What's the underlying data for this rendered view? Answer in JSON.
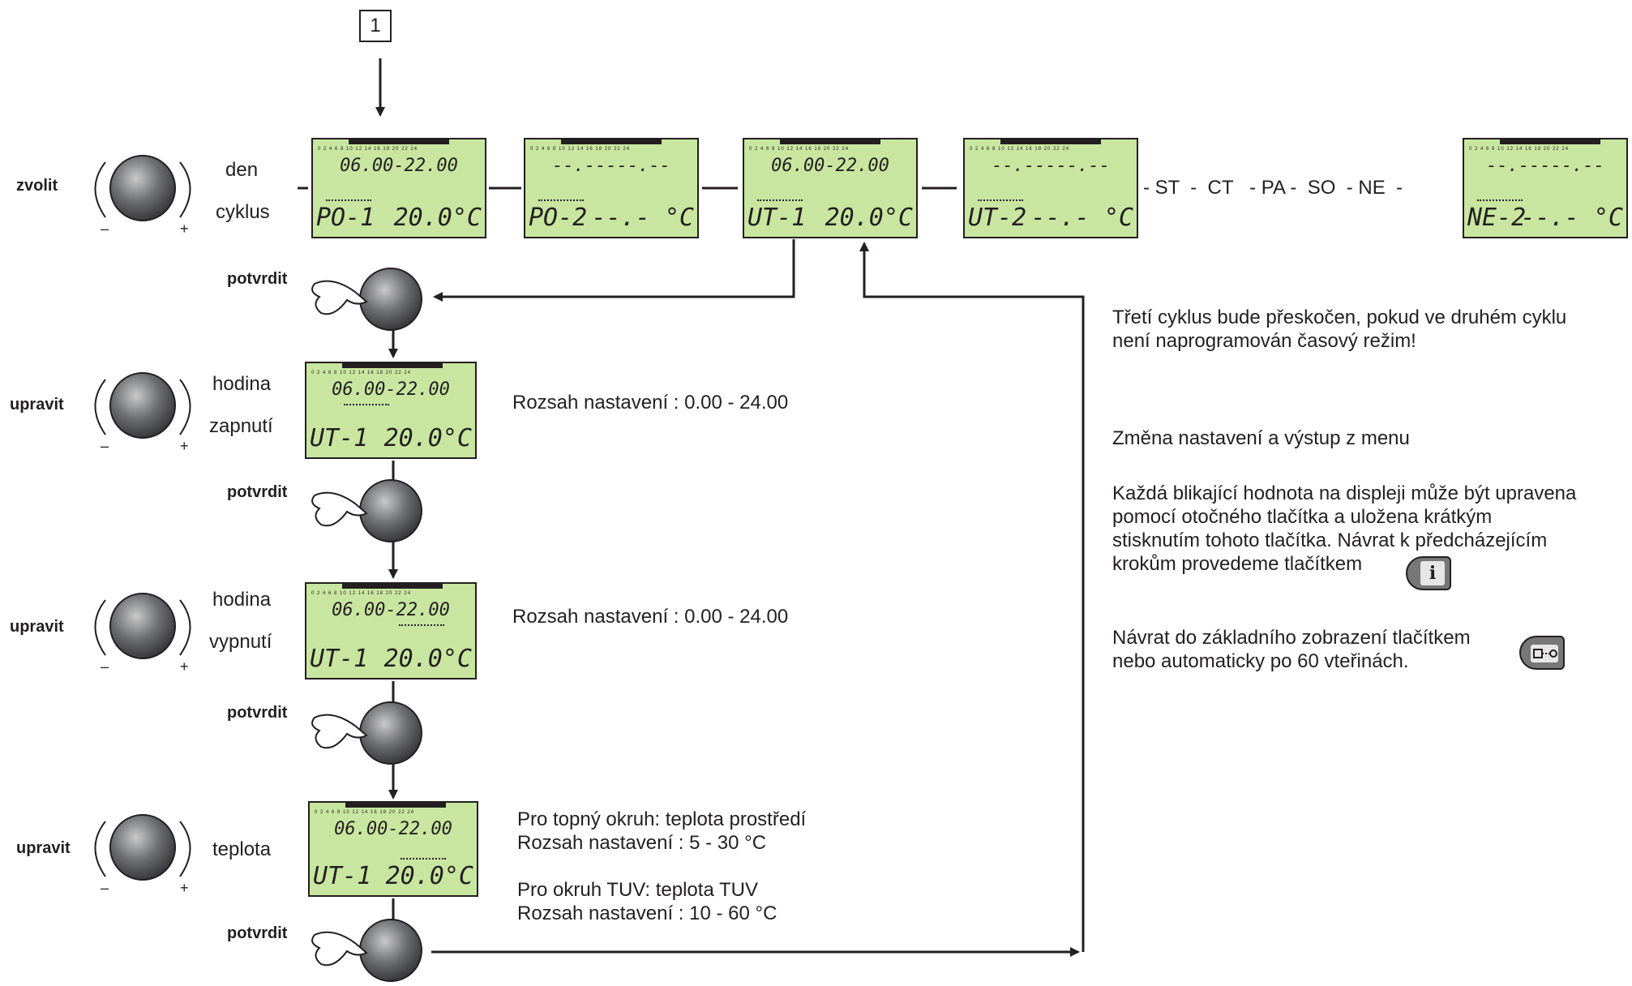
{
  "step_marker": "1",
  "labels": {
    "zvolit": "zvolit",
    "upravit": "upravit",
    "potvrdit": "potvrdit",
    "den": "den",
    "cyklus": "cyklus",
    "hodina": "hodina",
    "zapnuti": "zapnutí",
    "vypnuti": "vypnutí",
    "teplota": "teplota"
  },
  "tick_labels": "0 2 4 6 8 10 12 14 16 18 20 22 24",
  "displays": {
    "po1": {
      "time": "06.00-22.00",
      "cycle": "PO-1",
      "temp": "20.0°C"
    },
    "po2": {
      "time": "--.-----.--",
      "cycle": "PO-2",
      "temp": "--.- °C"
    },
    "ut1": {
      "time": "06.00-22.00",
      "cycle": "UT-1",
      "temp": "20.0°C"
    },
    "ut2": {
      "time": "--.-----.--",
      "cycle": "UT-2",
      "temp": "--.- °C"
    },
    "ne2": {
      "time": "--.-----.--",
      "cycle": "NE-2",
      "temp": "--.- °C"
    },
    "step_on": {
      "time": "06.00-22.00",
      "cycle": "UT-1",
      "temp": "20.0°C"
    },
    "step_off": {
      "time": "06.00-22.00",
      "cycle": "UT-1",
      "temp": "20.0°C"
    },
    "step_temp": {
      "time": "06.00-22.00",
      "cycle": "UT-1",
      "temp": "20.0°C"
    }
  },
  "days_sequence": "- ST  -  CT   - PA -  SO  - NE  -",
  "texts": {
    "range_on": "Rozsah nastavení : 0.00 - 24.00",
    "range_off": "Rozsah nastavení : 0.00 - 24.00",
    "heat_circuit": "Pro topný okruh: teplota prostředí",
    "heat_range": "Rozsah nastavení : 5 - 30 °C",
    "tuv_circuit": "Pro okruh TUV: teplota TUV",
    "tuv_range": "Rozsah nastavení : 10 - 60 °C",
    "note_line1": "Třetí cyklus bude přeskočen, pokud ve druhém cyklu",
    "note_line2": "není naprogramován časový režim!",
    "change_title": "Změna nastavení a výstup z menu",
    "help_line1": "Každá blikající hodnota na displeji může být upravena",
    "help_line2": "pomocí otočného tlačítka a uložena krátkým",
    "help_line3": "stisknutím tohoto tlačítka. Návrat k předcházejícím",
    "help_line4": "krokům provedeme tlačítkem",
    "return_line1": "Návrat do základního zobrazení tlačítkem",
    "return_line2": "nebo automaticky po 60 vteřinách."
  },
  "info_key": "i",
  "colors": {
    "lcd": "#c8e6a0",
    "ink": "#231f20",
    "knob": "#6d6e71"
  }
}
